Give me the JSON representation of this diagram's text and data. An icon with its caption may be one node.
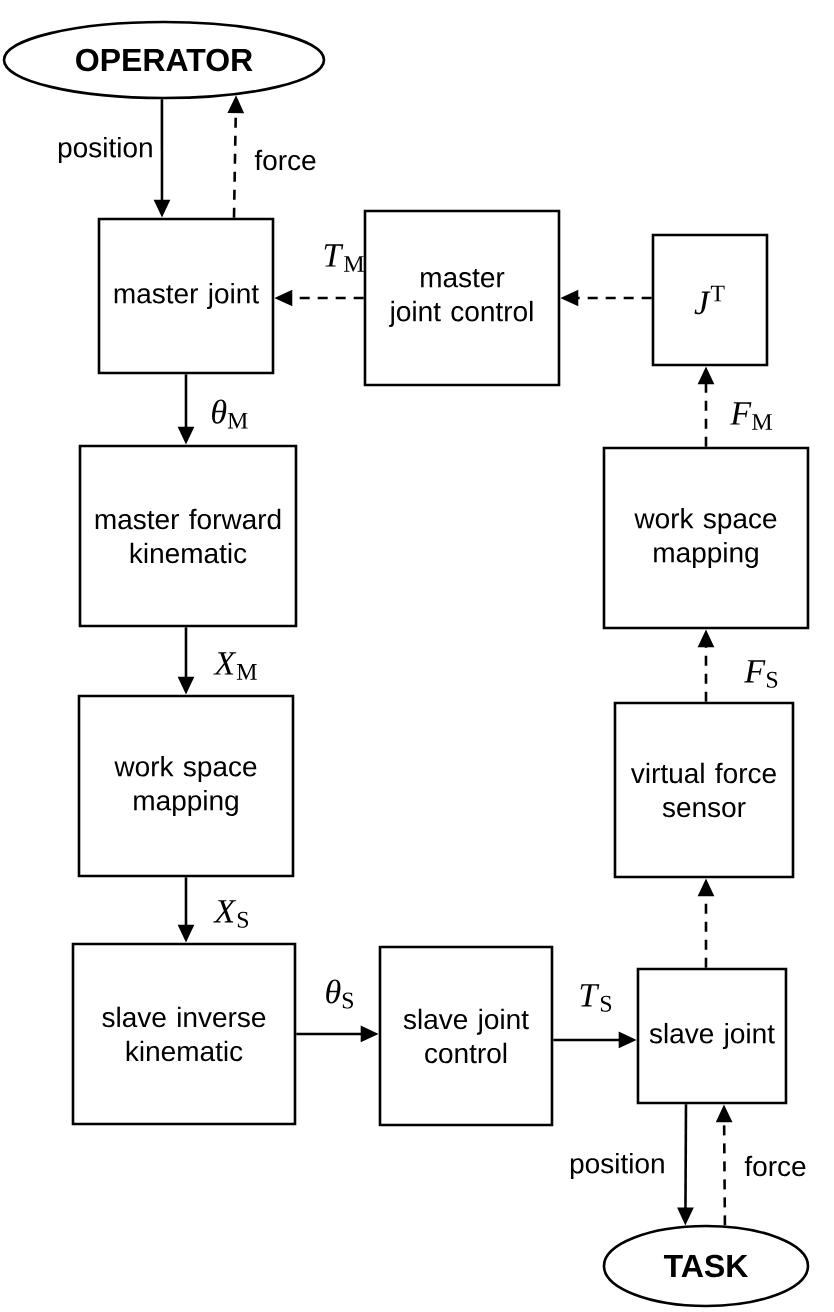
{
  "diagram": {
    "nodes": [
      {
        "text": [
          "OPERATOR"
        ]
      },
      {
        "text": [
          "master joint"
        ]
      },
      {
        "text": [
          "master joint control"
        ]
      },
      {
        "text": [
          "*J*$^{T}$"
        ]
      },
      {
        "text": [
          "master forward kinematic"
        ]
      },
      {
        "text": [
          "work space mapping"
        ]
      },
      {
        "text": [
          "work space mapping"
        ]
      },
      {
        "text": [
          "virtual force sensor"
        ]
      },
      {
        "text": [
          "slave inverse kinematic"
        ]
      },
      {
        "text": [
          "slave joint control"
        ]
      },
      {
        "text": [
          "slave joint"
        ]
      },
      {
        "text": [
          "TASK"
        ]
      }
    ],
    "edges": [
      {
        "from": 0,
        "to": 1,
        "arrow": "to",
        "label": "position"
      },
      {
        "from": 1,
        "to": 0,
        "arrow": "to",
        "label": "force",
        "style": "dashed"
      },
      {
        "from": 2,
        "to": 1,
        "arrow": "to",
        "label": "*T*$_{M}$",
        "style": "dashed"
      },
      {
        "from": 3,
        "to": 2,
        "arrow": "to",
        "style": "dashed"
      },
      {
        "from": 5,
        "to": 3,
        "arrow": "to",
        "label": "*F*$_{M}$",
        "style": "dashed"
      },
      {
        "from": 1,
        "to": 4,
        "arrow": "to",
        "label": "*θ*$_{M}$"
      },
      {
        "from": 4,
        "to": 6,
        "arrow": "to",
        "label": "*X*$_{M}$"
      },
      {
        "from": 6,
        "to": 8,
        "arrow": "to",
        "label": "*X*$_{S}$"
      },
      {
        "from": 8,
        "to": 9,
        "arrow": "to",
        "label": "*θ*$_{S}$"
      },
      {
        "from": 9,
        "to": 10,
        "arrow": "to",
        "label": "*T*$_{S}$"
      },
      {
        "from": 10,
        "to": 7,
        "arrow": "to",
        "style": "dashed"
      },
      {
        "from": 7,
        "to": 5,
        "arrow": "to",
        "label": "*F*$_{S}$",
        "style": "dashed"
      },
      {
        "from": 10,
        "to": 11,
        "arrow": "to",
        "label": "position"
      },
      {
        "from": 11,
        "to": 10,
        "arrow": "to",
        "label": "force",
        "style": "dashed"
      }
    ]
  }
}
